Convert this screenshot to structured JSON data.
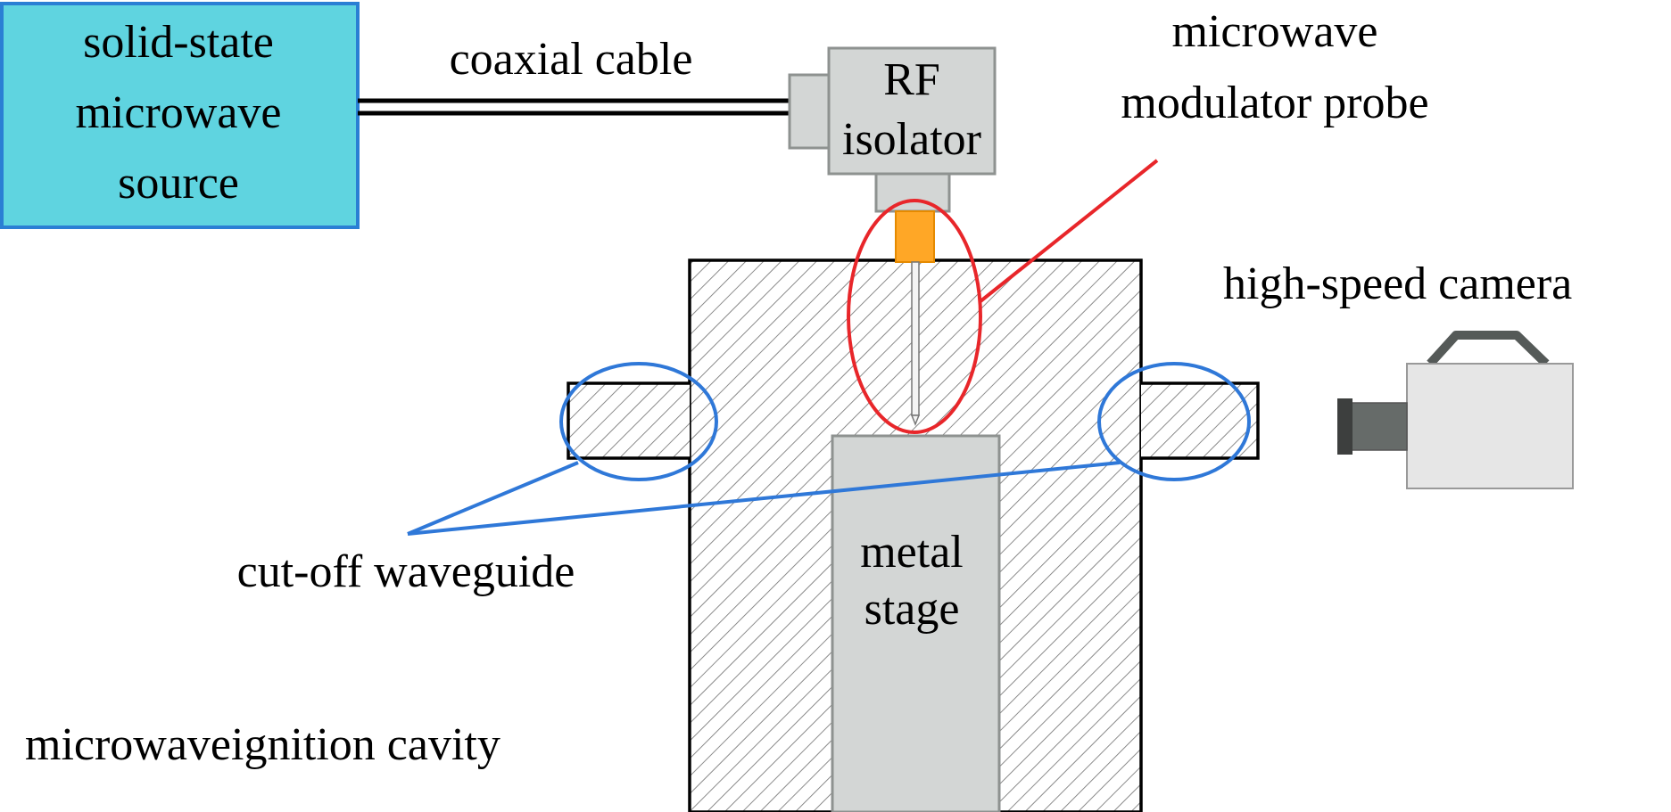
{
  "source_box": {
    "lines": [
      "solid-state",
      "microwave",
      "source"
    ],
    "fill_color": "#5fd4e0",
    "border_color": "#2a7fd4"
  },
  "coaxial_cable": {
    "label": "coaxial cable"
  },
  "rf_isolator": {
    "lines": [
      "RF",
      "isolator"
    ],
    "fill_color": "#d3d6d5"
  },
  "probe": {
    "lines": [
      "microwave",
      "modulator probe"
    ],
    "tip_color": "#ffa726",
    "highlight_color": "#e8262a"
  },
  "camera": {
    "label": "high-speed camera"
  },
  "waveguide": {
    "label": "cut-off waveguide",
    "highlight_color": "#2f78d8"
  },
  "metal_stage": {
    "lines": [
      "metal",
      "stage"
    ]
  },
  "cavity": {
    "label": "microwaveignition cavity"
  }
}
